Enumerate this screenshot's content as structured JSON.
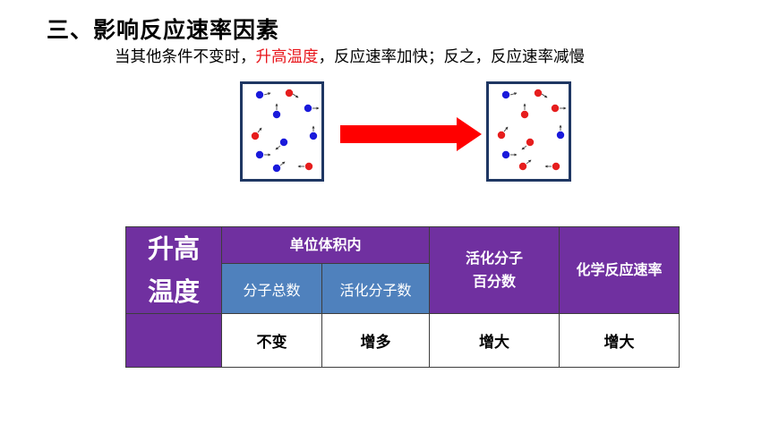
{
  "heading": {
    "title": "三、影响反应速率因素",
    "sentence_prefix": "当其他条件不变时，",
    "sentence_highlight": "升高温度",
    "sentence_suffix": "，反应速率加快；反之，反应速率减慢"
  },
  "colors": {
    "highlight": "#e8151b",
    "purple_header": "#7030a0",
    "blue_header": "#4f81bd",
    "box_border": "#1f3763",
    "molecule_blue": "#1a1adb",
    "molecule_red": "#e61e1e"
  },
  "table": {
    "row_header_line1": "升高",
    "row_header_line2": "温度",
    "group_header": "单位体积内",
    "col_total": "分子总数",
    "col_active": "活化分子数",
    "col_percent_line1": "活化分子",
    "col_percent_line2": "百分数",
    "col_rate": "化学反应速率",
    "val_total": "不变",
    "val_active": "增多",
    "val_percent": "增大",
    "val_rate": "增大"
  }
}
